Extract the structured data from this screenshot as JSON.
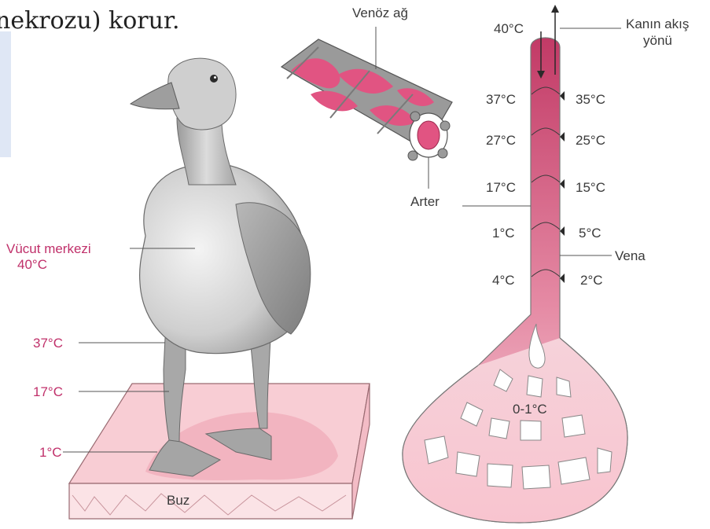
{
  "caption_fragment": "nekrozu) korur.",
  "colors": {
    "accent_pink": "#c0306a",
    "tissue_pink": "#e0507a",
    "light_pink": "#f6c9d4",
    "goose_gray": "#b9b9b9",
    "ice_pink": "#f7d3d8"
  },
  "goose": {
    "core_label": "Vücut merkezi",
    "core_temp": "40°C",
    "upper_leg_temp": "37°C",
    "mid_leg_temp": "17°C",
    "foot_temp": "1°C",
    "ice_label": "Buz"
  },
  "vessel": {
    "venous_network_label": "Venöz ağ",
    "artery_label": "Arter",
    "flow_direction_label_line1": "Kanın akış",
    "flow_direction_label_line2": "yönü",
    "vein_label": "Vena",
    "top_temp": "40°C",
    "artery_temps": [
      "37°C",
      "27°C",
      "17°C",
      "1°C",
      "4°C"
    ],
    "vein_temps": [
      "35°C",
      "25°C",
      "15°C",
      "5°C",
      "2°C"
    ],
    "foot_temp": "0-1°C"
  }
}
